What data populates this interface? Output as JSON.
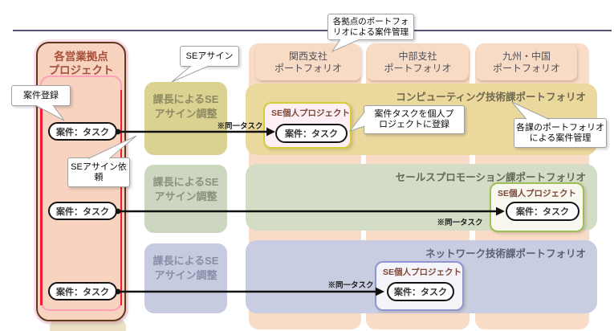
{
  "colors": {
    "divider": "#54547c",
    "site_column_fill": "#f8dcc7",
    "portfolio_band_fills": [
      "#ebd89d",
      "#d3dcc5",
      "#c8cde1"
    ],
    "adjust_box_fills": [
      "#dbd190",
      "#cdd6bf",
      "#c6cbdf"
    ],
    "project_box_border": "#5e3a1c",
    "project_box_fill": "#f8d3bf",
    "inner_box_border": "#ff9fb9",
    "inner_box_edge_red": "#ee1c35",
    "se_box_borders": [
      "#d5cf35",
      "#9dbe55",
      "#8e97d3"
    ],
    "arrow": "#111111"
  },
  "top_callout": {
    "line1": "各拠点のポートフォ",
    "line2": "リオによる案件管理"
  },
  "left_project": {
    "title_line1": "各営業拠点",
    "title_line2": "プロジェクト",
    "tasks": [
      {
        "label": "案件：タスク"
      },
      {
        "label": "案件：タスク"
      },
      {
        "label": "案件：タスク"
      }
    ]
  },
  "callouts": {
    "register": "案件登録",
    "se_assign": "SEアサイン",
    "assign_request_line1": "SEアサイン依",
    "assign_request_line2": "頼",
    "personal_register_line1": "案件タスクを個人プ",
    "personal_register_line2": "ロジェクトに登録",
    "section_manage_line1": "各課のポートフォリオ",
    "section_manage_line2": "による案件管理"
  },
  "adjust_boxes": [
    {
      "line1": "課長によるSE",
      "line2": "アサイン調整"
    },
    {
      "line1": "課長によるSE",
      "line2": "アサイン調整"
    },
    {
      "line1": "課長によるSE",
      "line2": "アサイン調整"
    }
  ],
  "site_portfolios": [
    {
      "line1": "関西支社",
      "line2": "ポートフォリオ"
    },
    {
      "line1": "中部支社",
      "line2": "ポートフォリオ"
    },
    {
      "line1": "九州・中国",
      "line2": "ポートフォリオ"
    }
  ],
  "section_portfolios": [
    {
      "label": "コンピューティング技術課ポートフォリオ",
      "project_label": "SE個人プロジェクト",
      "task_label": "案件：タスク",
      "same_task": "※同一タスク"
    },
    {
      "label": "セールスプロモーション課ポートフォリオ",
      "project_label": "SE個人プロジェクト",
      "task_label": "案件：タスク",
      "same_task": "※同一タスク"
    },
    {
      "label": "ネットワーク技術課ポートフォリオ",
      "project_label": "SE個人プロジェクト",
      "task_label": "案件：タスク",
      "same_task": "※同一タスク"
    }
  ]
}
